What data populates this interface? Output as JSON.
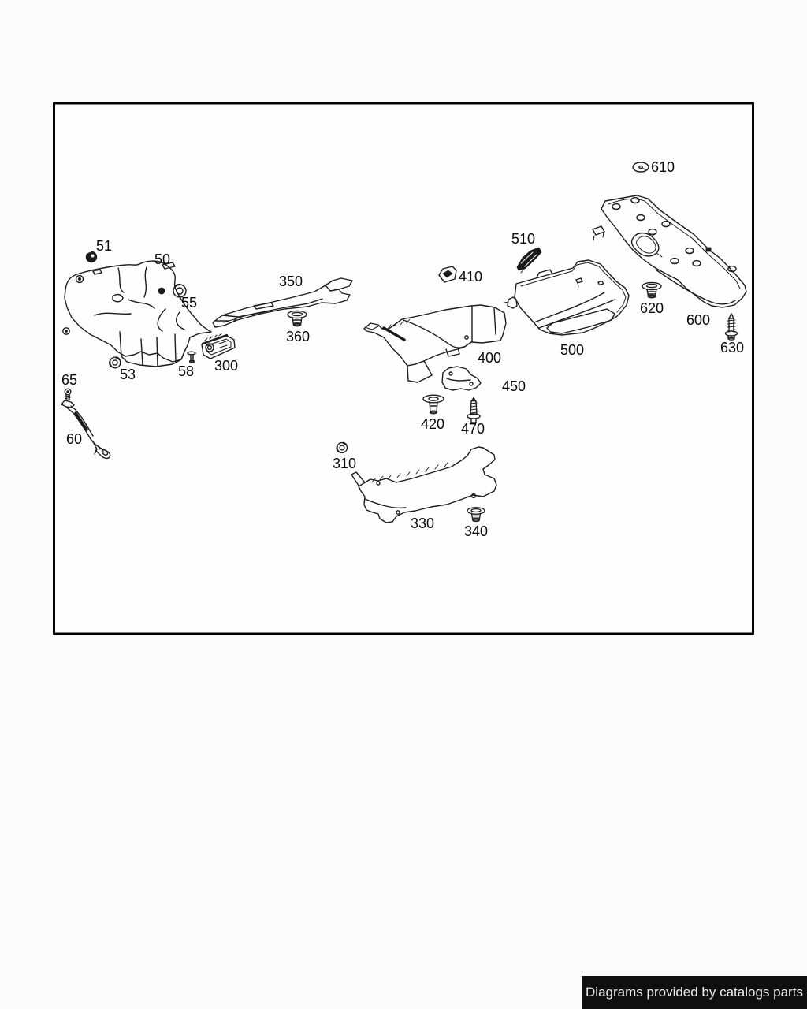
{
  "diagram": {
    "parts": [
      {
        "ref": "50",
        "label": "50"
      },
      {
        "ref": "51",
        "label": "51"
      },
      {
        "ref": "53",
        "label": "53"
      },
      {
        "ref": "55",
        "label": "55"
      },
      {
        "ref": "58",
        "label": "58"
      },
      {
        "ref": "60",
        "label": "60"
      },
      {
        "ref": "65",
        "label": "65"
      },
      {
        "ref": "300",
        "label": "300"
      },
      {
        "ref": "310",
        "label": "310"
      },
      {
        "ref": "330",
        "label": "330"
      },
      {
        "ref": "340",
        "label": "340"
      },
      {
        "ref": "350",
        "label": "350"
      },
      {
        "ref": "360",
        "label": "360"
      },
      {
        "ref": "400",
        "label": "400"
      },
      {
        "ref": "410",
        "label": "410"
      },
      {
        "ref": "420",
        "label": "420"
      },
      {
        "ref": "450",
        "label": "450"
      },
      {
        "ref": "470",
        "label": "470"
      },
      {
        "ref": "500",
        "label": "500"
      },
      {
        "ref": "510",
        "label": "510"
      },
      {
        "ref": "600",
        "label": "600"
      },
      {
        "ref": "610",
        "label": "610"
      },
      {
        "ref": "620",
        "label": "620"
      },
      {
        "ref": "630",
        "label": "630"
      }
    ]
  },
  "watermark": {
    "text": "Diagrams provided by catalogs parts"
  },
  "colors": {
    "line": "#1c1c1c",
    "frame_border": "#000000",
    "page_bg": "#fbfbfb",
    "watermark_bg": "#0f0f0f",
    "watermark_fg": "#efefef"
  }
}
